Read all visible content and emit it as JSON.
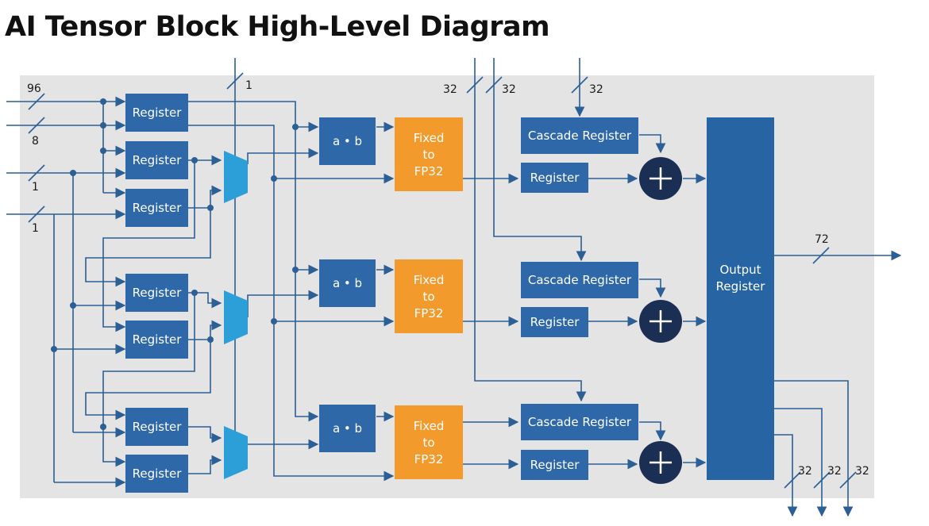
{
  "title": "AI Tensor Block High-Level Diagram",
  "colors": {
    "panel": "#e3e4e3",
    "box_blue": "#2e68a8",
    "output_blue": "#2664a3",
    "fixed_orange": "#f39a2c",
    "mux_cyan": "#2d9fd8",
    "adder_navy": "#1b2f55",
    "wire": "#2b5f95"
  },
  "labels": {
    "register": "Register",
    "dot_product": "a • b",
    "fixed_l1": "Fixed",
    "fixed_l2": "to",
    "fixed_l3": "FP32",
    "cascade_register": "Cascade Register",
    "output_l1": "Output",
    "output_l2": "Register"
  },
  "bus_widths": {
    "in_a": "96",
    "in_b": "8",
    "in_c": "1",
    "in_d": "1",
    "top_ctrl": "1",
    "cascade_in_1": "32",
    "cascade_in_2": "32",
    "cascade_in_3": "32",
    "output": "72",
    "cascade_out_1": "32",
    "cascade_out_2": "32",
    "cascade_out_3": "32"
  }
}
